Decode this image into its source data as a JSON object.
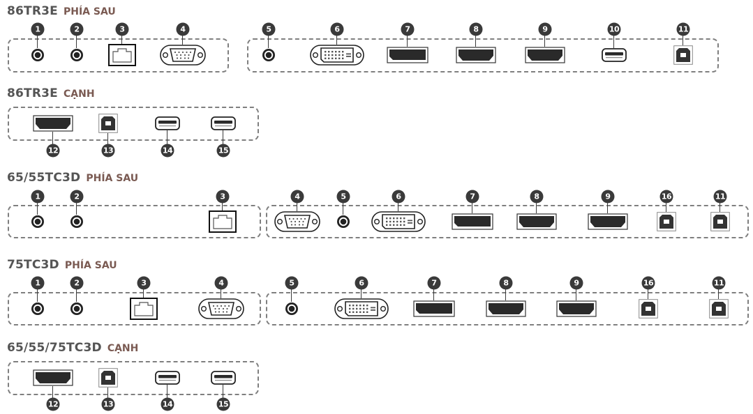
{
  "sections": [
    {
      "model": "86TR3E",
      "side": "PHÍA SAU",
      "ports": [
        {
          "id": "1",
          "type": "audio"
        },
        {
          "id": "2",
          "type": "audio"
        },
        {
          "id": "3",
          "type": "rj45"
        },
        {
          "id": "4",
          "type": "vga"
        },
        {
          "id": "5",
          "type": "audio"
        },
        {
          "id": "6",
          "type": "dvi"
        },
        {
          "id": "7",
          "type": "displayport"
        },
        {
          "id": "8",
          "type": "hdmi"
        },
        {
          "id": "9",
          "type": "hdmi"
        },
        {
          "id": "10",
          "type": "usb-a"
        },
        {
          "id": "11",
          "type": "usb-b"
        }
      ]
    },
    {
      "model": "86TR3E",
      "side": "CẠNH",
      "ports": [
        {
          "id": "12",
          "type": "hdmi"
        },
        {
          "id": "13",
          "type": "usb-b"
        },
        {
          "id": "14",
          "type": "usb-a"
        },
        {
          "id": "15",
          "type": "usb-a"
        }
      ]
    },
    {
      "model": "65/55TC3D",
      "side": "PHÍA SAU",
      "ports": [
        {
          "id": "1",
          "type": "audio"
        },
        {
          "id": "2",
          "type": "audio"
        },
        {
          "id": "3",
          "type": "rj45"
        },
        {
          "id": "4",
          "type": "vga"
        },
        {
          "id": "5",
          "type": "audio"
        },
        {
          "id": "6",
          "type": "dvi"
        },
        {
          "id": "7",
          "type": "displayport"
        },
        {
          "id": "8",
          "type": "hdmi"
        },
        {
          "id": "9",
          "type": "hdmi"
        },
        {
          "id": "16",
          "type": "usb-b"
        },
        {
          "id": "11",
          "type": "usb-b"
        }
      ]
    },
    {
      "model": "75TC3D",
      "side": "PHÍA SAU",
      "ports": [
        {
          "id": "1",
          "type": "audio"
        },
        {
          "id": "2",
          "type": "audio"
        },
        {
          "id": "3",
          "type": "rj45"
        },
        {
          "id": "4",
          "type": "vga"
        },
        {
          "id": "5",
          "type": "audio"
        },
        {
          "id": "6",
          "type": "dvi"
        },
        {
          "id": "7",
          "type": "displayport"
        },
        {
          "id": "8",
          "type": "hdmi"
        },
        {
          "id": "9",
          "type": "hdmi"
        },
        {
          "id": "16",
          "type": "usb-b"
        },
        {
          "id": "11",
          "type": "usb-b"
        }
      ]
    },
    {
      "model": "65/55/75TC3D",
      "side": "CẠNH",
      "ports": [
        {
          "id": "12",
          "type": "hdmi"
        },
        {
          "id": "13",
          "type": "usb-b"
        },
        {
          "id": "14",
          "type": "usb-a"
        },
        {
          "id": "15",
          "type": "usb-a"
        }
      ]
    }
  ],
  "colors": {
    "badge": "#3a3a3a",
    "dash": "#7f7f7f",
    "model_text": "#555555",
    "side_text": "#7a5a52"
  }
}
